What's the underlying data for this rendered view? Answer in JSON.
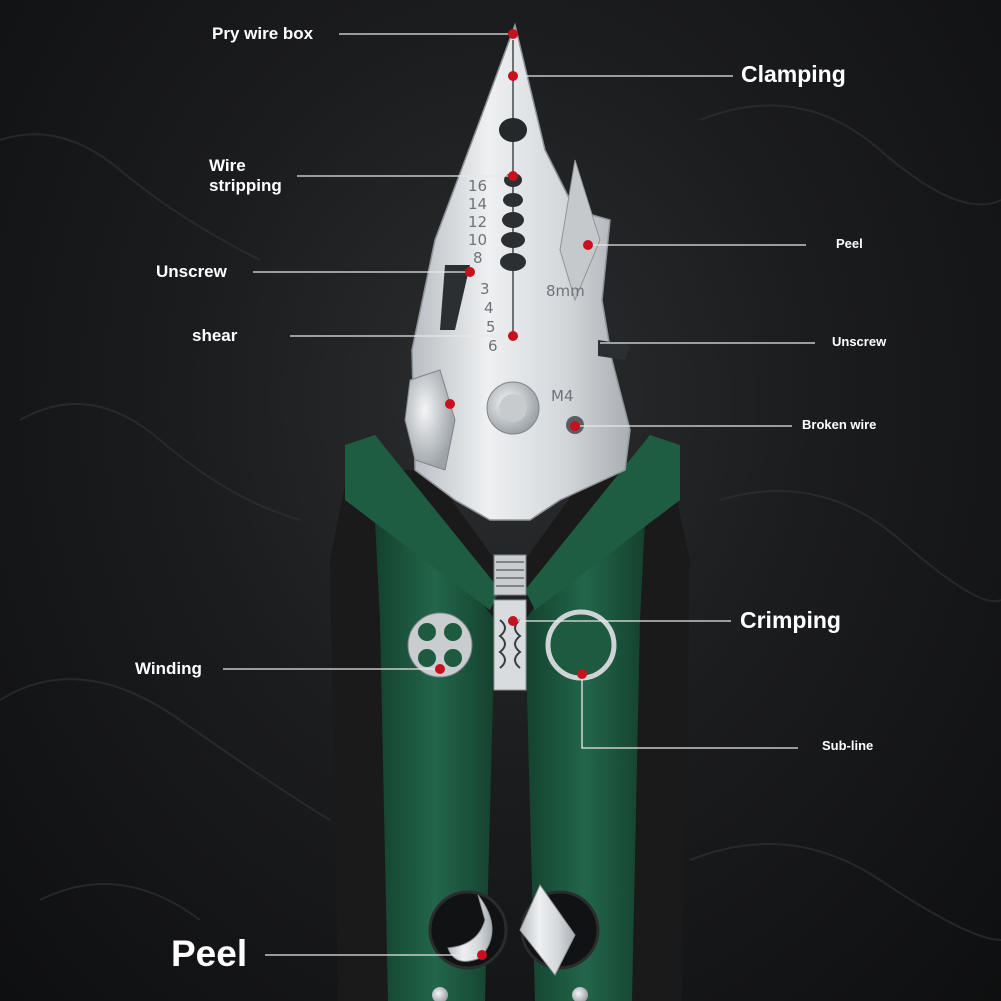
{
  "callouts": {
    "pry_wire_box": "Pry wire box",
    "clamping": "Clamping",
    "wire_stripping_line1": "Wire",
    "wire_stripping_line2": "stripping",
    "peel_top": "Peel",
    "unscrew_left": "Unscrew",
    "unscrew_right": "Unscrew",
    "shear": "shear",
    "broken_wire": "Broken wire",
    "crimping": "Crimping",
    "winding": "Winding",
    "sub_line": "Sub-line",
    "peel_bottom": "Peel"
  },
  "engravings": {
    "awg_sizes": [
      "16",
      "14",
      "12",
      "10",
      "8"
    ],
    "screw_sizes": [
      "3",
      "4",
      "5",
      "6"
    ],
    "bolt_size": "8mm",
    "screw_thread": "M4"
  },
  "colors": {
    "background": "#141516",
    "handle_green": "#1e5a40",
    "handle_black": "#1a1a1a",
    "steel": "#d8dcdf",
    "marker_red": "#c8101e",
    "text": "#ffffff"
  },
  "icons": [
    "red-dot-marker",
    "callout-line"
  ]
}
